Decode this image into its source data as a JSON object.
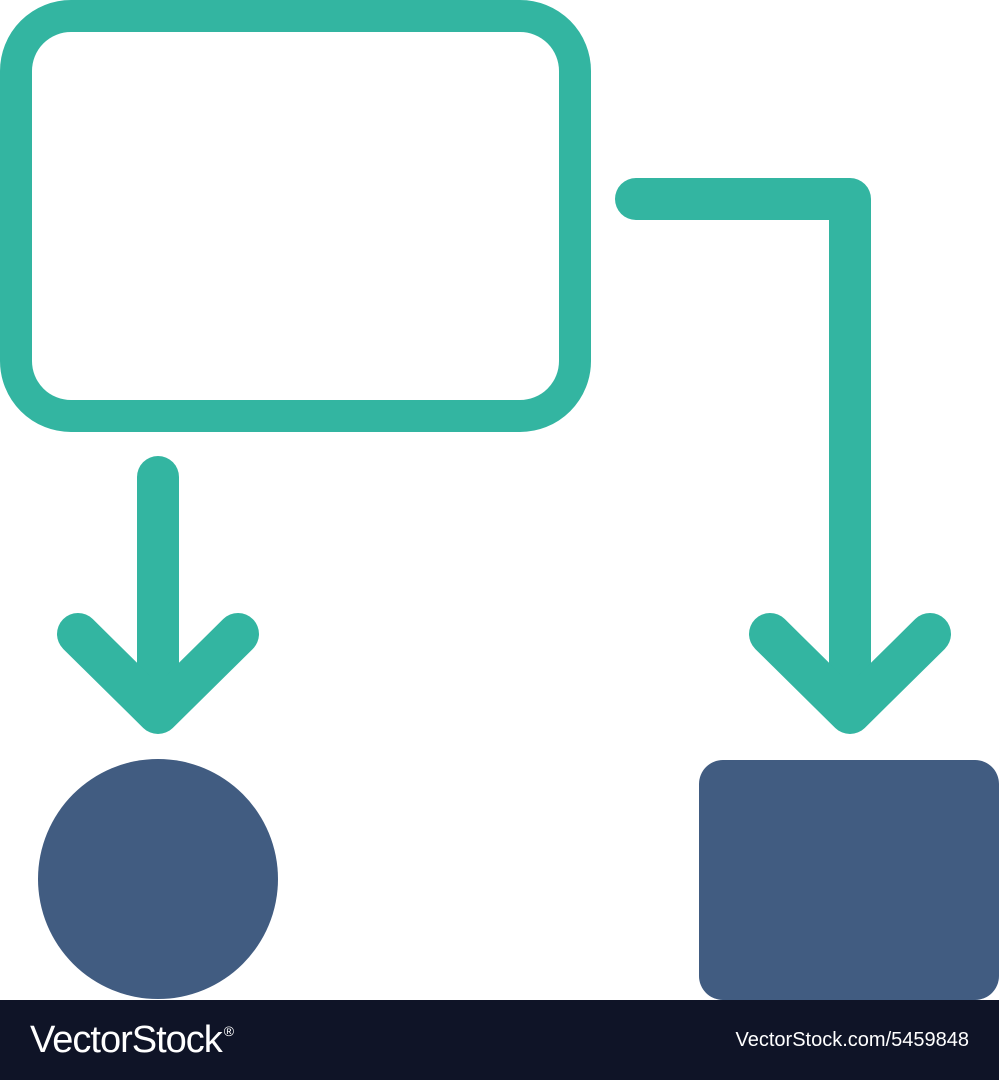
{
  "diagram": {
    "colors": {
      "outline": "#33b5a1",
      "fill": "#415c81",
      "background": "#ffffff"
    },
    "shapes": [
      {
        "name": "process-box",
        "kind": "rounded-rectangle",
        "style": "outline"
      },
      {
        "name": "elbow-arrow",
        "kind": "arrow",
        "style": "outline",
        "direction": "right-then-down"
      },
      {
        "name": "down-arrow",
        "kind": "arrow",
        "style": "outline",
        "direction": "down"
      },
      {
        "name": "end-circle",
        "kind": "circle",
        "style": "filled"
      },
      {
        "name": "end-rectangle",
        "kind": "rounded-rectangle",
        "style": "filled"
      }
    ]
  },
  "footer": {
    "background": "#0f1427",
    "brand": "VectorStock",
    "registered_mark": "®",
    "image_id": "VectorStock.com/5459848"
  }
}
